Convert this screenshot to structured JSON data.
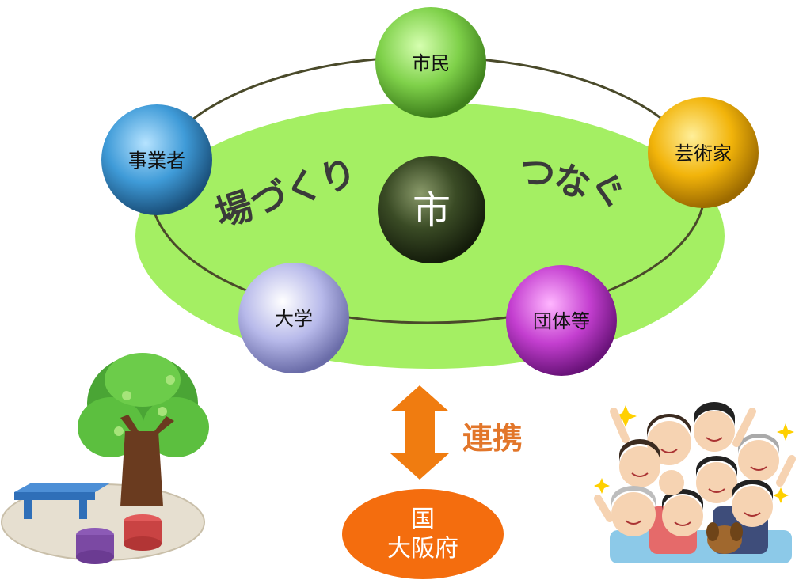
{
  "center": {
    "label": "市"
  },
  "nodes": {
    "citizens": "市民",
    "artists": "芸術家",
    "groups": "団体等",
    "university": "大学",
    "business": "事業者"
  },
  "ring_words": {
    "left": "場づくり",
    "right": "つなぐ"
  },
  "partnership": {
    "label": "連携"
  },
  "external": {
    "line1": "国",
    "line2": "大阪府"
  },
  "colors": {
    "field_green": "#a4ef63",
    "center_dark": "#2d3d1f",
    "citizens": "#7fd14a",
    "artists": "#f2b40a",
    "groups": "#c43fd0",
    "university": "#b7b9ea",
    "business": "#3f9bd8",
    "arrow_orange": "#f07c10",
    "text_orange": "#e2762a",
    "ellipse_orange": "#f46d0e"
  },
  "illustrations": {
    "left": "park-tree-bench-illustration",
    "right": "cheering-crowd-illustration"
  }
}
